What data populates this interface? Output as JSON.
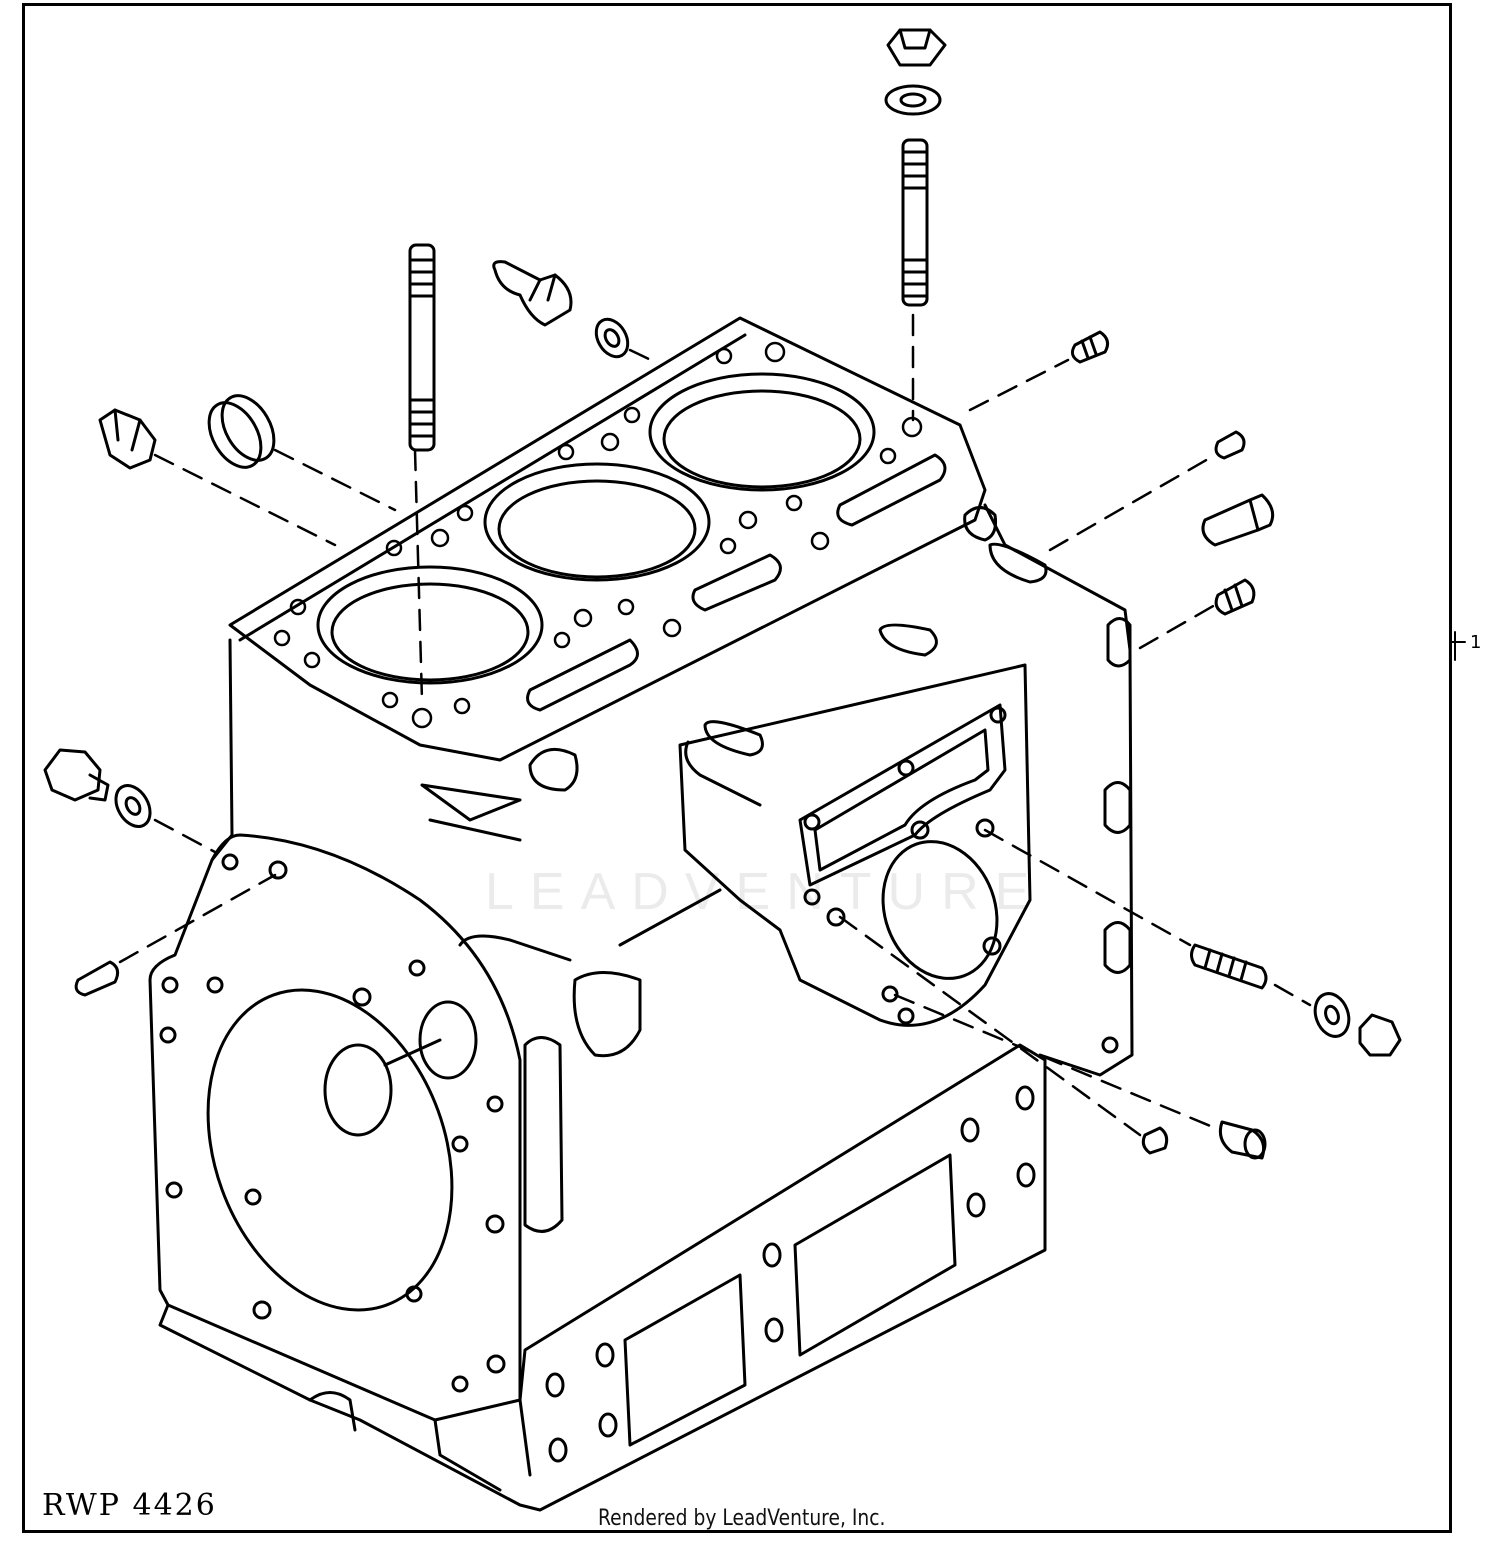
{
  "diagram": {
    "callout_label": "1",
    "figure_code": "RWP 4426",
    "credit": "Rendered by LeadVenture, Inc.",
    "watermark": "LEADVENTURE",
    "line_color": "#000000",
    "background": "#ffffff"
  }
}
